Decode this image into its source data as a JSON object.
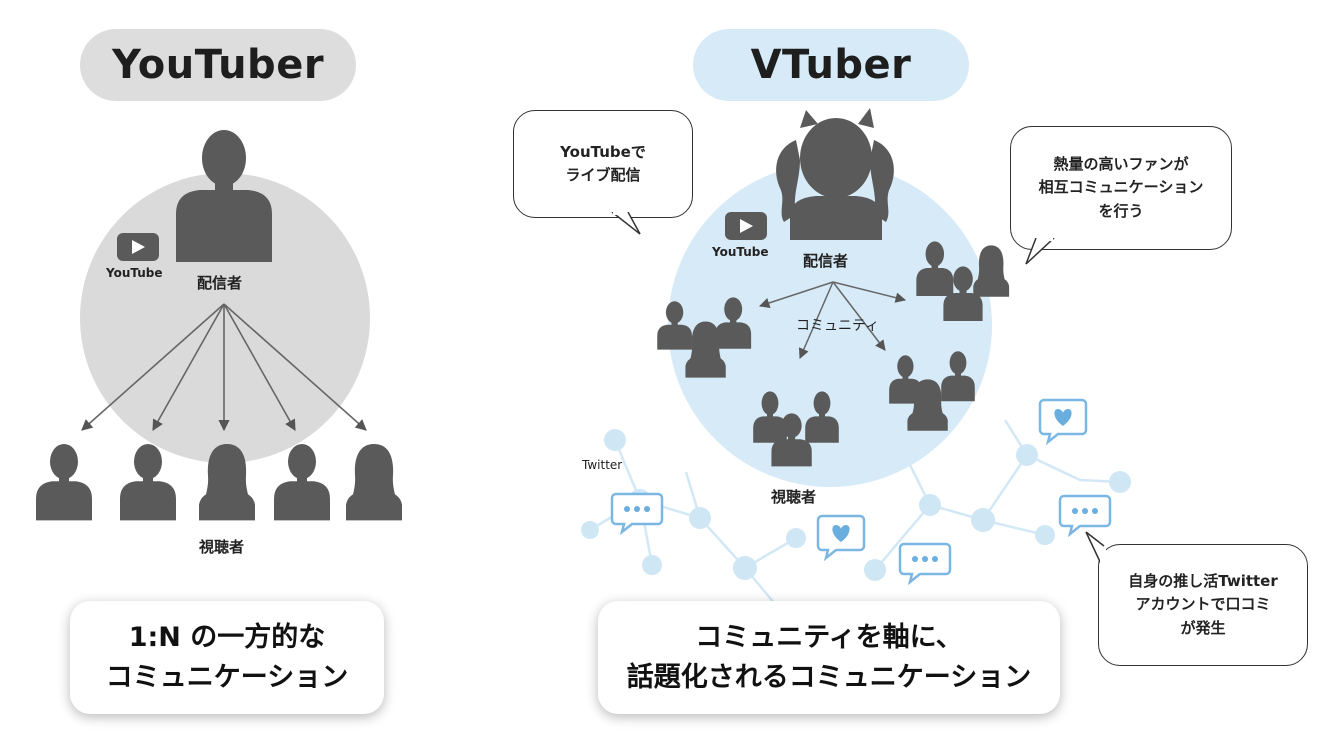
{
  "youtuber": {
    "title": "YouTuber",
    "platform_label": "YouTube",
    "streamer_label": "配信者",
    "viewer_label": "視聴者",
    "card_lines": [
      "1:N の一方的な",
      "コミュニケーション"
    ]
  },
  "vtuber": {
    "title": "VTuber",
    "platform_label": "YouTube",
    "streamer_label": "配信者",
    "community_label": "コミュニティ",
    "viewer_label": "視聴者",
    "twitter_label": "Twitter",
    "bubble_left": [
      "YouTubeで",
      "ライブ配信"
    ],
    "bubble_right": [
      "熱量の高いファンが",
      "相互コミュニケーション",
      "を行う"
    ],
    "bubble_bottom": [
      "自身の推し活Twitter",
      "アカウントで口コミ",
      "が発生"
    ],
    "card_lines": [
      "コミュニティを軸に、",
      "話題化されるコミュニケーション"
    ]
  },
  "colors": {
    "gray_pill": "#dddddd",
    "gray_circle": "#dadada",
    "blue_pill": "#d6eaf7",
    "blue_circle": "#d6eaf7",
    "silhouette": "#5a5a5a",
    "node": "#cfe6f5",
    "heart": "#6aaee0"
  }
}
